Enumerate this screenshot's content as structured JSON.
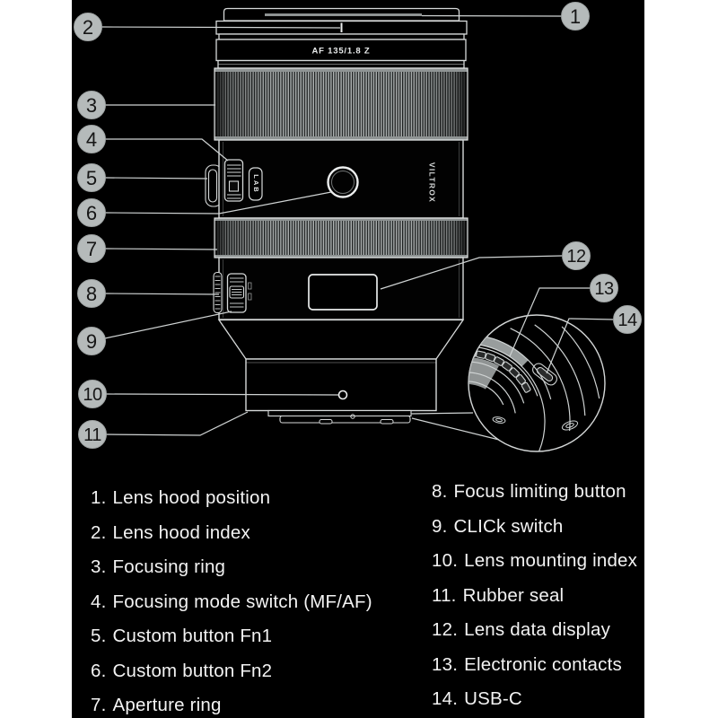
{
  "lens": {
    "model": "AF 135/1.8 Z",
    "brand": "VILTROX",
    "badge": "LAB"
  },
  "colors": {
    "poster_background": "#000000",
    "page_margin": "#ffffff",
    "outline": "#d6d9d9",
    "callout_circle_fill": "#b5baba",
    "callout_number": "#161616",
    "legend_text": "#f3f3f3"
  },
  "callouts": [
    {
      "id": "1",
      "legend_num": "1.",
      "name": "Lens hood position"
    },
    {
      "id": "2",
      "legend_num": "2.",
      "name": "Lens hood index"
    },
    {
      "id": "3",
      "legend_num": "3.",
      "name": "Focusing ring"
    },
    {
      "id": "4",
      "legend_num": "4.",
      "name": "Focusing mode switch (MF/AF)"
    },
    {
      "id": "5",
      "legend_num": "5.",
      "name": "Custom button Fn1"
    },
    {
      "id": "6",
      "legend_num": "6.",
      "name": "Custom button Fn2"
    },
    {
      "id": "7",
      "legend_num": "7.",
      "name": "Aperture ring"
    },
    {
      "id": "8",
      "legend_num": "8.",
      "name": "Focus limiting button"
    },
    {
      "id": "9",
      "legend_num": "9.",
      "name": "CLICk switch"
    },
    {
      "id": "10",
      "legend_num": "10.",
      "name": "Lens mounting index"
    },
    {
      "id": "11",
      "legend_num": "11.",
      "name": "Rubber seal"
    },
    {
      "id": "12",
      "legend_num": "12.",
      "name": "Lens data display"
    },
    {
      "id": "13",
      "legend_num": "13.",
      "name": "Electronic contacts"
    },
    {
      "id": "14",
      "legend_num": "14.",
      "name": "USB-C"
    }
  ]
}
